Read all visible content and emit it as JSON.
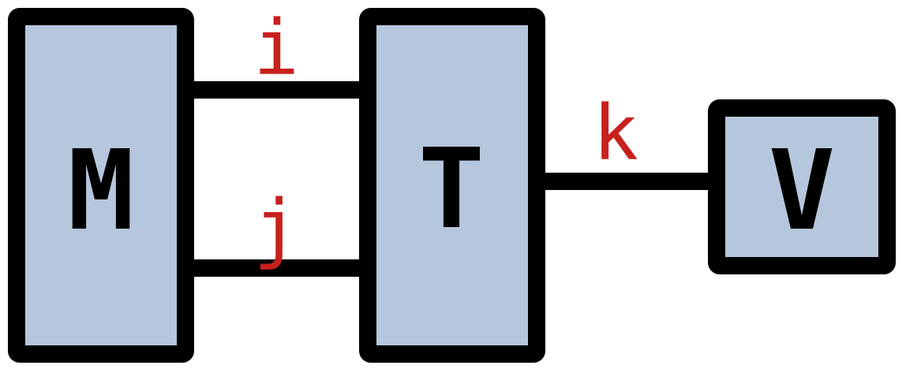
{
  "colors": {
    "box_fill": "#b5c7dd",
    "stroke": "#000000",
    "edge_label": "#c8201d",
    "background": "#ffffff"
  },
  "nodes": {
    "m": {
      "label": "M"
    },
    "t": {
      "label": "T"
    },
    "v": {
      "label": "V"
    }
  },
  "edges": {
    "i": {
      "label": "i",
      "from": "M",
      "to": "T"
    },
    "j": {
      "label": "j",
      "from": "M",
      "to": "T"
    },
    "k": {
      "label": "k",
      "from": "T",
      "to": "V"
    }
  }
}
